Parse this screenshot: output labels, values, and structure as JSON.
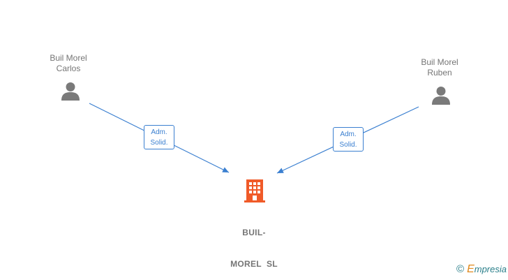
{
  "persons": [
    {
      "name_line1": "Buil Morel",
      "name_line2": "Carlos"
    },
    {
      "name_line1": "Buil Morel",
      "name_line2": "Ruben"
    }
  ],
  "company": {
    "name_line1": "BUIL-",
    "name_line2": "MOREL  SL"
  },
  "edges": [
    {
      "label_line1": "Adm.",
      "label_line2": "Solid."
    },
    {
      "label_line1": "Adm.",
      "label_line2": "Solid."
    }
  ],
  "colors": {
    "edge": "#3a7fd0",
    "company_icon": "#f05a28",
    "person_icon": "#7a7a7a",
    "text": "#757575"
  },
  "icons": {
    "person": "person-icon",
    "company": "building-icon"
  },
  "watermark": {
    "symbol": "©",
    "brand_initial": "E",
    "brand_rest": "mpresia"
  }
}
